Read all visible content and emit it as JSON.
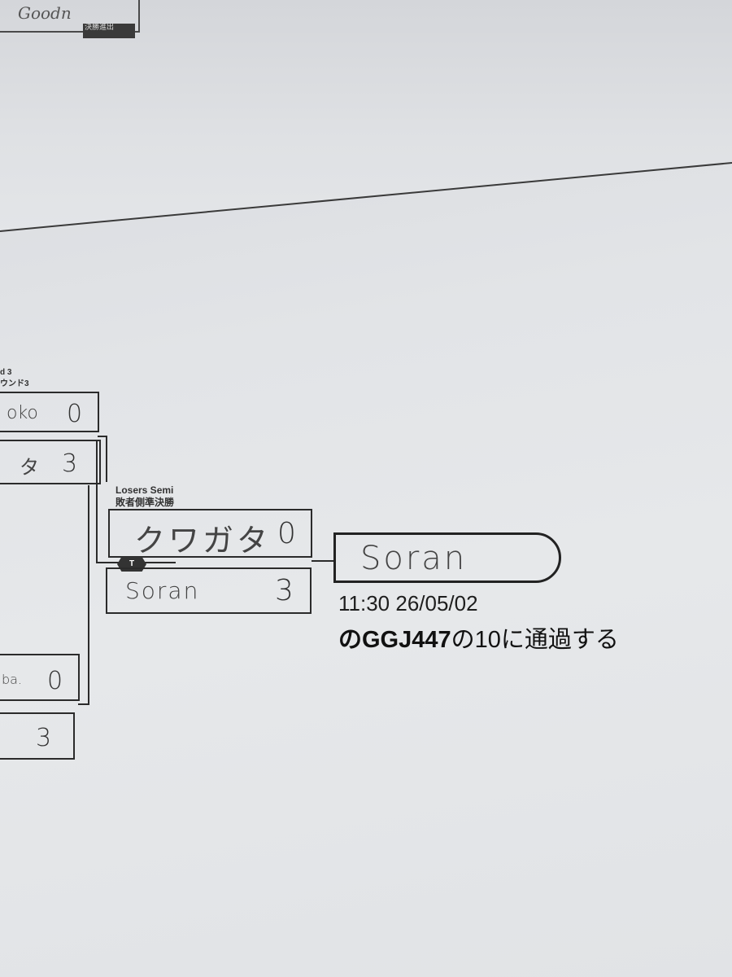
{
  "top_sheet": {
    "handwritten_name": "Goodn",
    "tag_text": "決勝進出"
  },
  "round3": {
    "label_en": "d 3",
    "label_ja": "ウンド3",
    "matches": [
      {
        "top": {
          "name": "oko",
          "score": "0"
        },
        "bottom": {
          "name": "タ",
          "score": "3"
        }
      },
      {
        "top": {
          "name": "ba.",
          "score": "0"
        },
        "bottom": {
          "name": "",
          "score": "3"
        }
      }
    ]
  },
  "losers_semi": {
    "label_en": "Losers Semi",
    "label_ja": "敗者側準決勝",
    "badge": "T",
    "top": {
      "name": "クワガタ",
      "score": "0"
    },
    "bottom": {
      "name": "Soran",
      "score": "3"
    }
  },
  "winner": {
    "name": "Soran",
    "time": "11:30 26/05/02",
    "advance_code": "のGGJ447",
    "advance_rest": "の10に通過する"
  }
}
